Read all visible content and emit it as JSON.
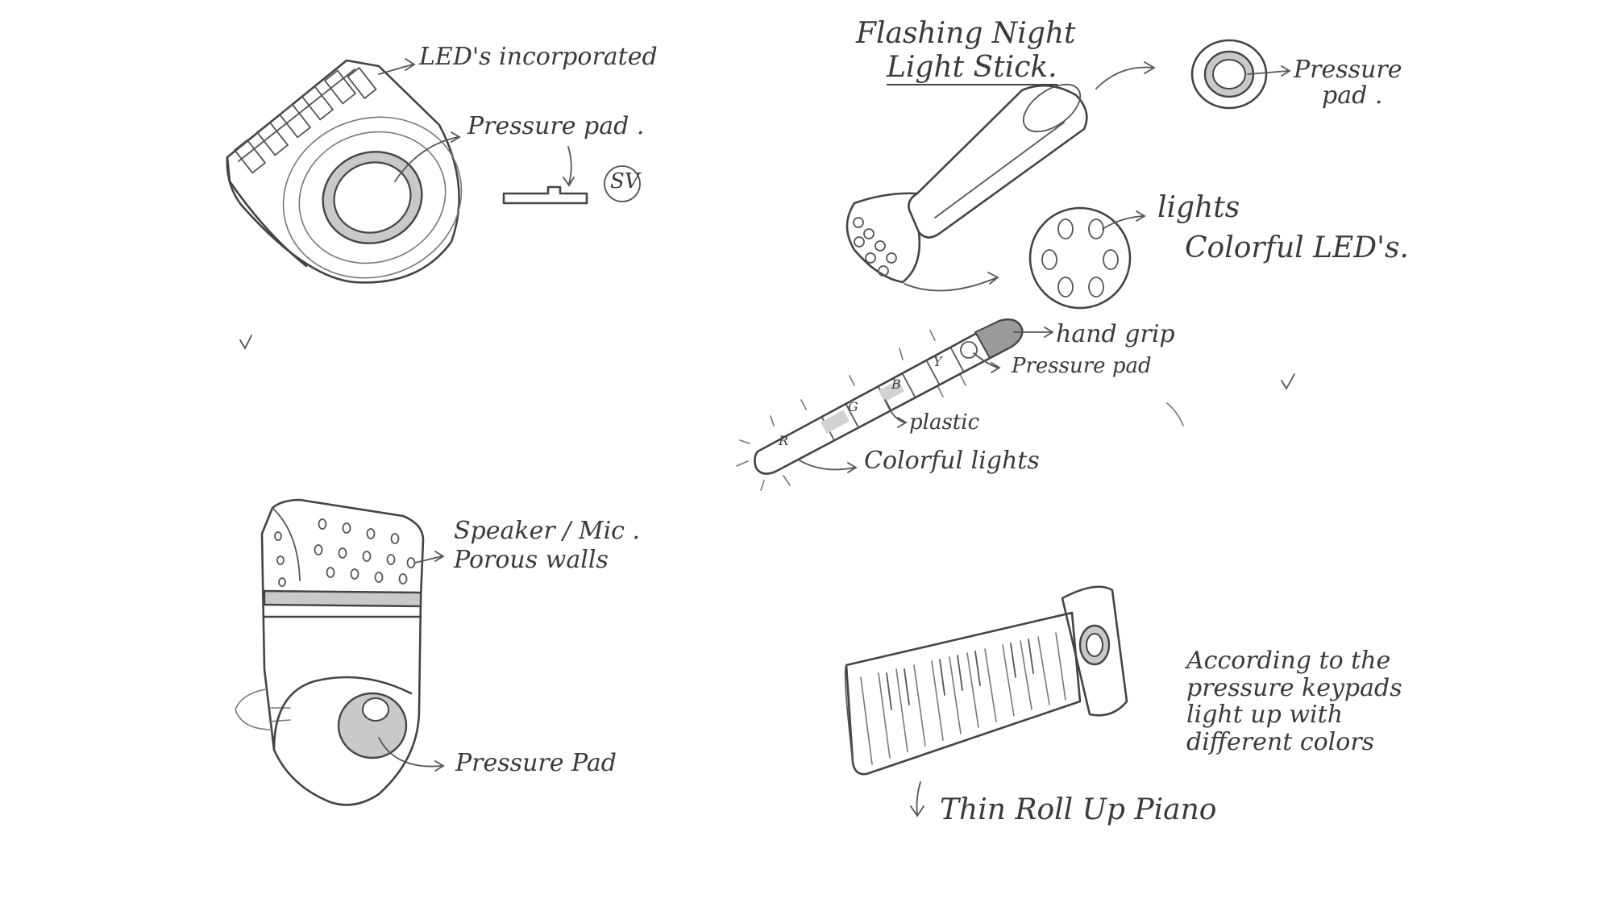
{
  "labels": {
    "leds_incorporated": "LED's incorporated",
    "pressure_pad_1": "Pressure pad .",
    "sv": "SV",
    "title_line1": "Flashing Night",
    "title_line2": "Light Stick.",
    "pressure_pad_2_line1": "Pressure",
    "pressure_pad_2_line2": "pad .",
    "lights_line1": "lights",
    "lights_line2": "Colorful LED's.",
    "hand_grip": "hand grip",
    "pressure_pad_3": "Pressure pad",
    "plastic": "plastic",
    "colorful_lights": "Colorful lights",
    "speaker_mic": "Speaker / Mic .",
    "porous_walls": "Porous walls",
    "pressure_pad_4": "Pressure Pad",
    "roll_up_piano": "Thin Roll Up Piano",
    "note_line1": "According to the",
    "note_line2": "pressure keypads",
    "note_line3": "light up with",
    "note_line4": "different colors",
    "stick_letter_1": "R",
    "stick_letter_2": "G",
    "stick_letter_3": "B",
    "stick_letter_4": "Y"
  },
  "colors": {
    "ink": "#444444",
    "paper": "#ffffff",
    "shading": "#c9c9c9"
  }
}
